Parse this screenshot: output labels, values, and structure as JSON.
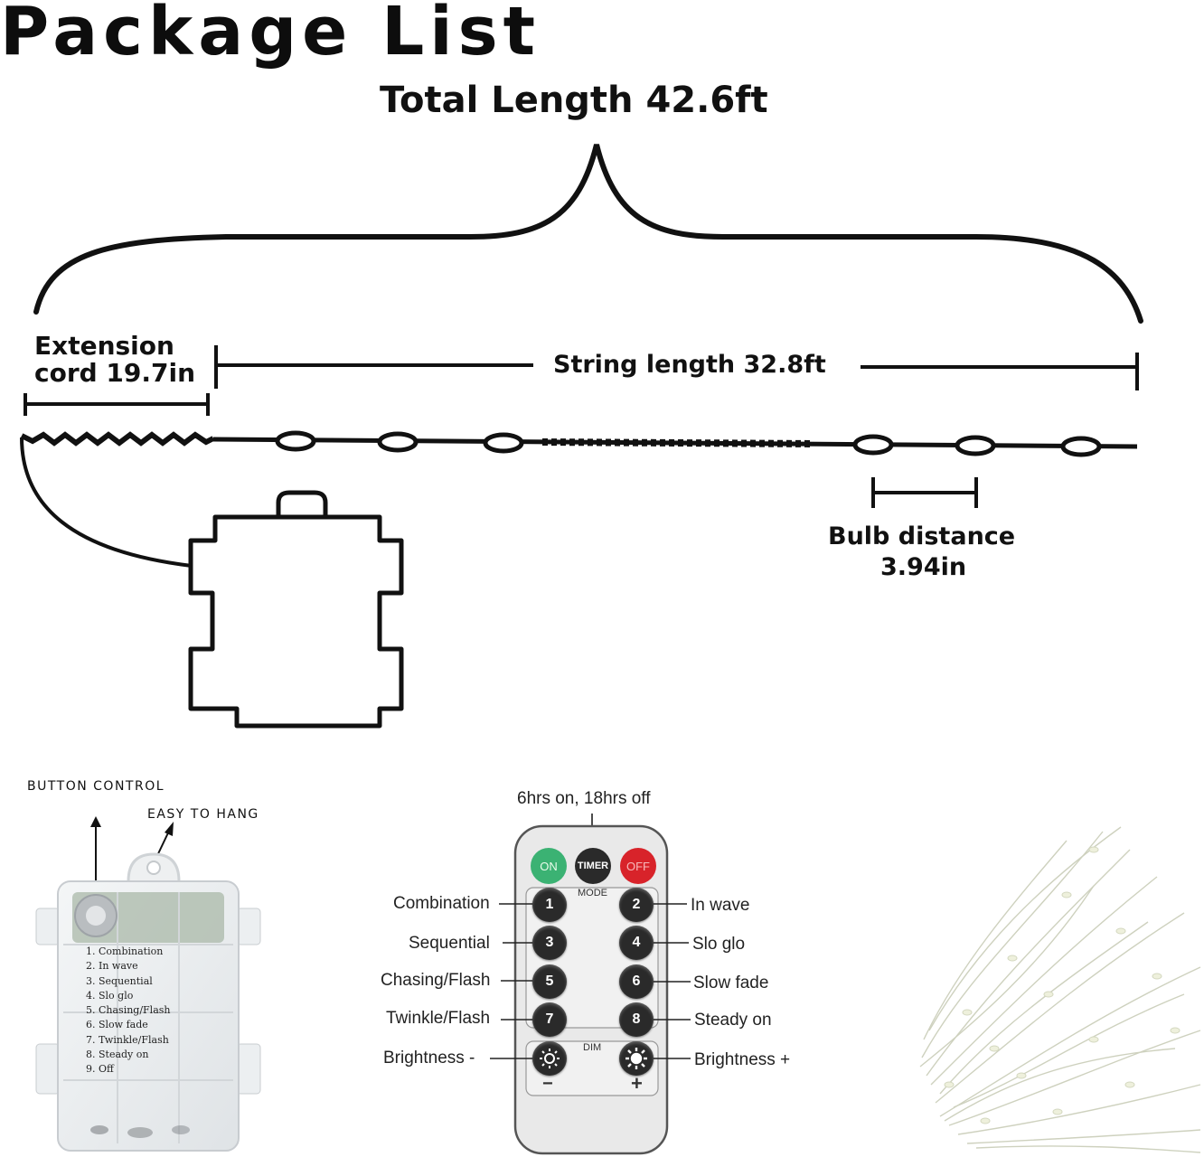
{
  "title": "Package List",
  "dimensions": {
    "total_length": "Total Length 42.6ft",
    "extension_line1": "Extension",
    "extension_line2": "cord 19.7in",
    "string_length": "String length 32.8ft",
    "bulb_line1": "Bulb distance",
    "bulb_line2": "3.94in"
  },
  "battery_box": {
    "button_control": "BUTTON CONTROL",
    "easy_to_hang": "EASY TO HANG",
    "modes": [
      "1. Combination",
      "2. In wave",
      "3. Sequential",
      "4. Slo glo",
      "5. Chasing/Flash",
      "6. Slow fade",
      "7. Twinkle/Flash",
      "8. Steady on",
      "9. Off"
    ]
  },
  "remote": {
    "timer_note": "6hrs on, 18hrs off",
    "on": "ON",
    "timer": "TIMER",
    "off": "OFF",
    "mode_label": "MODE",
    "dim_label": "DIM",
    "keys": [
      "1",
      "2",
      "3",
      "4",
      "5",
      "6",
      "7",
      "8"
    ],
    "minus": "−",
    "plus": "+",
    "left_labels": [
      "Combination",
      "Sequential",
      "Chasing/Flash",
      "Twinkle/Flash",
      "Brightness -"
    ],
    "right_labels": [
      "In wave",
      "Slo glo",
      "Slow fade",
      "Steady on",
      "Brightness +"
    ]
  },
  "colors": {
    "on_key": "#3bb273",
    "off_key": "#d8232a",
    "key": "#2a2a2a",
    "remote_body": "#e9e9e9"
  }
}
